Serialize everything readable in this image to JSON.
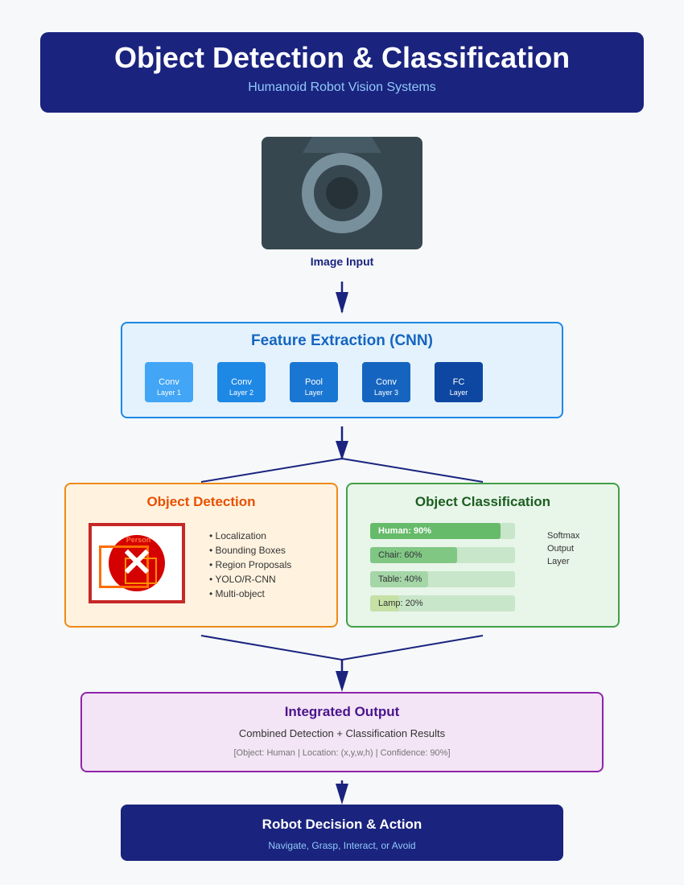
{
  "header": {
    "title": "Object Detection & Classification",
    "subtitle": "Humanoid Robot Vision Systems"
  },
  "input": {
    "label": "Image Input",
    "icon": "camera-icon"
  },
  "feature_extraction": {
    "title": "Feature Extraction (CNN)",
    "layers": [
      {
        "name": "Conv",
        "sub": "Layer 1",
        "color": "#42a5f5"
      },
      {
        "name": "Conv",
        "sub": "Layer 2",
        "color": "#1e88e5"
      },
      {
        "name": "Pool",
        "sub": "Layer",
        "color": "#1976d2"
      },
      {
        "name": "Conv",
        "sub": "Layer 3",
        "color": "#1565c0"
      },
      {
        "name": "FC",
        "sub": "Layer",
        "color": "#0d47a1"
      }
    ]
  },
  "detection": {
    "title": "Object Detection",
    "image_label": "Person",
    "bullets": [
      "• Localization",
      "• Bounding Boxes",
      "• Region Proposals",
      "• YOLO/R-CNN",
      "• Multi-object"
    ]
  },
  "classification": {
    "title": "Object Classification",
    "bars": [
      {
        "label": "Human: 90%",
        "value": 0.9,
        "color": "#66bb6a",
        "text_color": "#ffffff",
        "bold": true
      },
      {
        "label": "Chair: 60%",
        "value": 0.6,
        "color": "#81c784",
        "text_color": "#333333",
        "bold": false
      },
      {
        "label": "Table: 40%",
        "value": 0.4,
        "color": "#a5d6a7",
        "text_color": "#333333",
        "bold": false
      },
      {
        "label": "Lamp: 20%",
        "value": 0.2,
        "color": "#c5e1a5",
        "text_color": "#333333",
        "bold": false
      }
    ],
    "softmax": [
      "Softmax",
      "Output",
      "Layer"
    ]
  },
  "output": {
    "title": "Integrated Output",
    "subtitle": "Combined Detection + Classification Results",
    "detail": "[Object: Human | Location: (x,y,w,h) | Confidence: 90%]"
  },
  "action": {
    "title": "Robot Decision & Action",
    "subtitle": "Navigate, Grasp, Interact, or Avoid"
  },
  "colors": {
    "primary": "#1a237e",
    "connector": "#1a237e"
  }
}
